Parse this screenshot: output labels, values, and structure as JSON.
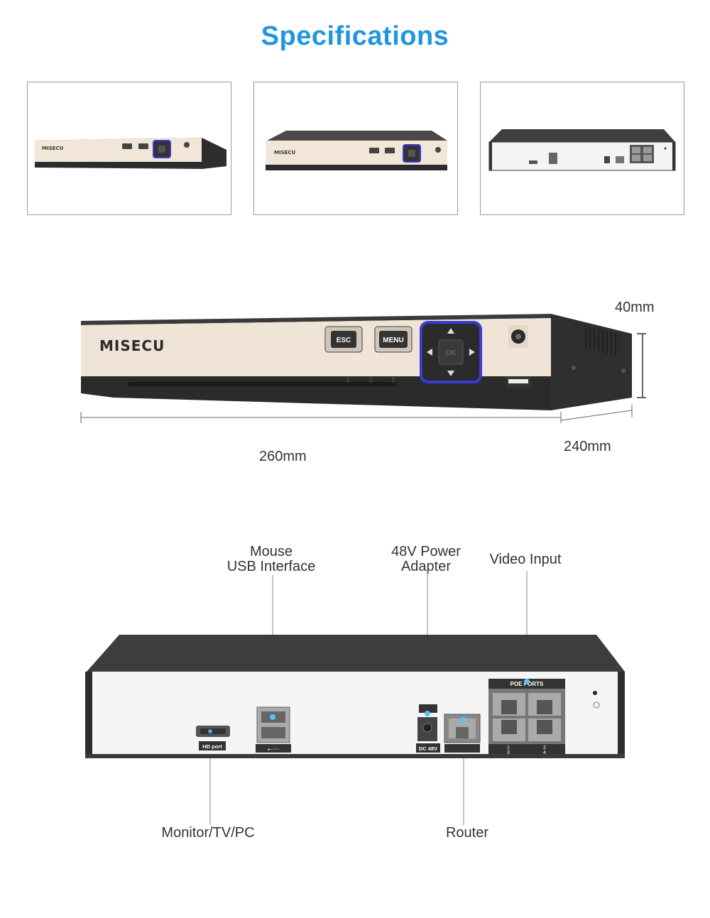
{
  "title": "Specifications",
  "device": {
    "brand": "MISECU",
    "esc_label": "ESC",
    "menu_label": "MENU",
    "ok_label": "OK",
    "hd_port_label": "HD port",
    "dc_label": "DC 48V",
    "poe_ports_label": "POE PORTS",
    "port_numbers": [
      "1",
      "2",
      "3",
      "4"
    ]
  },
  "dimensions": {
    "height": "40mm",
    "width": "260mm",
    "depth": "240mm"
  },
  "labels": {
    "mouse_usb_line1": "Mouse",
    "mouse_usb_line2": "USB Interface",
    "power_line1": "48V Power",
    "power_line2": "Adapter",
    "video_input": "Video Input",
    "monitor": "Monitor/TV/PC",
    "router": "Router"
  },
  "colors": {
    "accent": "#1e96e0",
    "front_panel": "#efe4d6",
    "nav_ring": "#3a3ad6"
  }
}
